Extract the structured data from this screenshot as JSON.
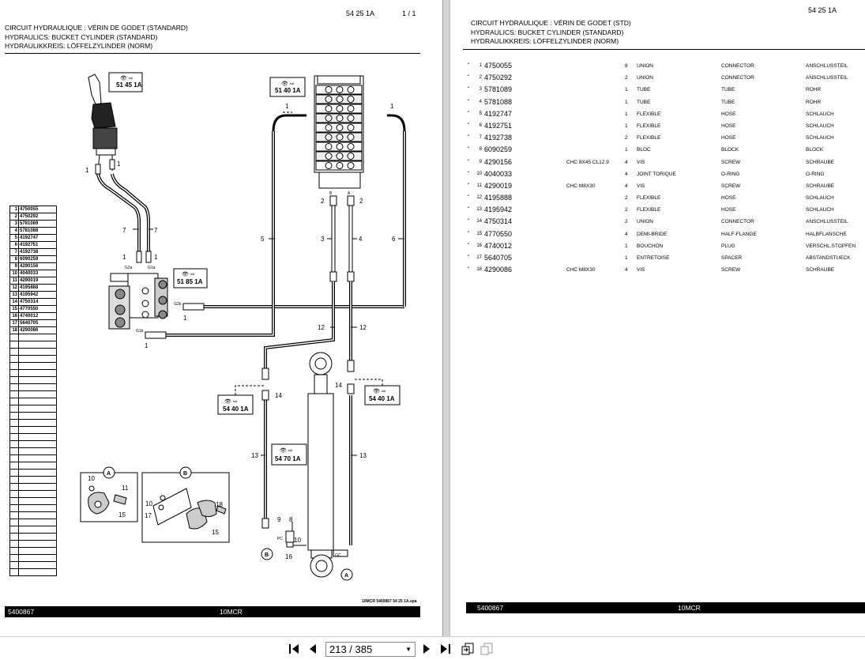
{
  "left_page": {
    "header_code": "54   25   1A",
    "page_num": "1 / 1",
    "title_fr": "CIRCUIT HYDRAULIQUE : VÉRIN DE GODET (STANDARD)",
    "title_en": "HYDRAULICS: BUCKET CYLINDER (STANDARD)",
    "title_de": "HYDRAULIKKREIS: LÖFFELZYLINDER (NORM)",
    "footer_code": "5400867",
    "footer_model": "10MCR",
    "spa_note": "10MCR  5400867  54  25  1A.spa",
    "index_refs": [
      "4750055",
      "4750292",
      "5781089",
      "5781088",
      "4192747",
      "4192751",
      "4192738",
      "6090259",
      "4290156",
      "4040033",
      "4290019",
      "4195888",
      "4195942",
      "4750314",
      "4770550",
      "4740012",
      "5640705",
      "4290086"
    ],
    "diagram": {
      "ref_51451A": "51 45 1A",
      "ref_51401A": "51 40 1A",
      "ref_51851A": "51 85 1A",
      "ref_54401A": "54 40 1A",
      "ref_54701A": "54 70 1A",
      "labels": {
        "n1": "1",
        "n2": "2",
        "n3": "3",
        "n4": "4",
        "n5": "5",
        "n6": "6",
        "n7": "7",
        "n8": "8",
        "n9": "9",
        "n10": "10",
        "n11": "11",
        "n12": "12",
        "n13": "13",
        "n14": "14",
        "n15": "15",
        "n16": "16",
        "n17": "17",
        "n18": "18",
        "A": "A",
        "B": "B",
        "G2a": "G2a",
        "G1a": "G1a",
        "G2b": "G2b",
        "G1b": "G1b",
        "PC": "PC",
        "GC": "GC"
      }
    }
  },
  "right_page": {
    "header_code": "54   25   1A",
    "title_fr": "CIRCUIT HYDRAULIQUE : VÉRIN DE GODET (STD)",
    "title_en": "HYDRAULICS: BUCKET CYLINDER (STANDARD)",
    "title_de": "HYDRAULIKKREIS: LÖFFELZYLINDER (NORM)",
    "footer_code": "5400867",
    "footer_model": "10MCR",
    "parts": [
      {
        "idx": "1",
        "ref": "4750055",
        "spec": "",
        "qty": "8",
        "fr": "UNION",
        "en": "CONNECTOR",
        "de": "ANSCHLUSSTEIL"
      },
      {
        "idx": "2",
        "ref": "4750292",
        "spec": "",
        "qty": "2",
        "fr": "UNION",
        "en": "CONNECTOR",
        "de": "ANSCHLUSSTEIL"
      },
      {
        "idx": "3",
        "ref": "5781089",
        "spec": "",
        "qty": "1",
        "fr": "TUBE",
        "en": "TUBE",
        "de": "ROHR"
      },
      {
        "idx": "4",
        "ref": "5781088",
        "spec": "",
        "qty": "1",
        "fr": "TUBE",
        "en": "TUBE",
        "de": "ROHR"
      },
      {
        "idx": "5",
        "ref": "4192747",
        "spec": "",
        "qty": "1",
        "fr": "FLEXIBLE",
        "en": "HOSE",
        "de": "SCHLAUCH"
      },
      {
        "idx": "6",
        "ref": "4192751",
        "spec": "",
        "qty": "1",
        "fr": "FLEXIBLE",
        "en": "HOSE",
        "de": "SCHLAUCH"
      },
      {
        "idx": "7",
        "ref": "4192738",
        "spec": "",
        "qty": "2",
        "fr": "FLEXIBLE",
        "en": "HOSE",
        "de": "SCHLAUCH"
      },
      {
        "idx": "8",
        "ref": "6090259",
        "spec": "",
        "qty": "1",
        "fr": "BLOC",
        "en": "BLOCK",
        "de": "BLOCK"
      },
      {
        "idx": "9",
        "ref": "4290156",
        "spec": "CHC 8X45 CL12.9",
        "qty": "4",
        "fr": "VIS",
        "en": "SCREW",
        "de": "SCHRAUBE"
      },
      {
        "idx": "10",
        "ref": "4040033",
        "spec": "",
        "qty": "4",
        "fr": "JOINT TORIQUE",
        "en": "O-RING",
        "de": "O-RING"
      },
      {
        "idx": "11",
        "ref": "4290019",
        "spec": "CHC M8X30",
        "qty": "4",
        "fr": "VIS",
        "en": "SCREW",
        "de": "SCHRAUBE"
      },
      {
        "idx": "12",
        "ref": "4195888",
        "spec": "",
        "qty": "2",
        "fr": "FLEXIBLE",
        "en": "HOSE",
        "de": "SCHLAUCH"
      },
      {
        "idx": "13",
        "ref": "4195942",
        "spec": "",
        "qty": "2",
        "fr": "FLEXIBLE",
        "en": "HOSE",
        "de": "SCHLAUCH"
      },
      {
        "idx": "14",
        "ref": "4750314",
        "spec": "",
        "qty": "2",
        "fr": "UNION",
        "en": "CONNECTOR",
        "de": "ANSCHLUSSTEIL"
      },
      {
        "idx": "15",
        "ref": "4770550",
        "spec": "",
        "qty": "4",
        "fr": "DEMI-BRIDE",
        "en": "HALF-FLANGE",
        "de": "HALBFLANSCHE"
      },
      {
        "idx": "16",
        "ref": "4740012",
        "spec": "",
        "qty": "1",
        "fr": "BOUCHON",
        "en": "PLUG",
        "de": "VERSCHL.STOPFEN"
      },
      {
        "idx": "17",
        "ref": "5640705",
        "spec": "",
        "qty": "1",
        "fr": "ENTRETOISE",
        "en": "SPACER",
        "de": "ABSTANDSTUECK"
      },
      {
        "idx": "18",
        "ref": "4290086",
        "spec": "CHC M8X30",
        "qty": "4",
        "fr": "VIS",
        "en": "SCREW",
        "de": "SCHRAUBE"
      }
    ]
  },
  "toolbar": {
    "page_indicator": "213 / 385",
    "first_icon": "first-page-icon",
    "prev_icon": "previous-page-icon",
    "next_icon": "next-page-icon",
    "last_icon": "last-page-icon",
    "fit_icon": "fit-page-icon",
    "rotate_icon": "view-mode-icon"
  }
}
